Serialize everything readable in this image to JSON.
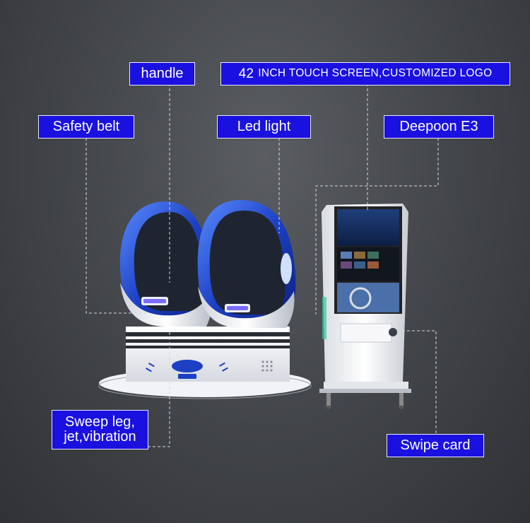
{
  "labels": {
    "handle": "handle",
    "screen_num": "42",
    "screen_rest": "INCH TOUCH SCREEN,CUSTOMIZED LOGO",
    "safety_belt": "Safety belt",
    "led_light": "Led light",
    "model": "Deepoon E3",
    "sweep_line1": "Sweep leg,",
    "sweep_line2": "jet,vibration",
    "swipe_card": "Swipe card"
  },
  "colors": {
    "label_bg": "#1a10e0",
    "seat_blue": "#1c3fc4",
    "background": "#45484c"
  }
}
